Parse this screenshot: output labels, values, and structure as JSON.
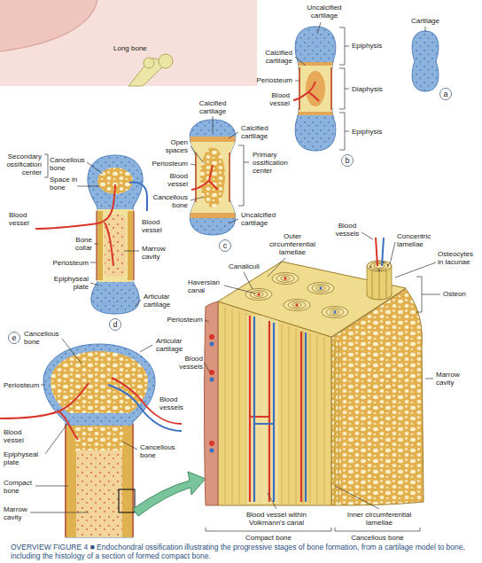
{
  "diagram": {
    "caption": "OVERVIEW FIGURE 4 ■ Endochondral ossification illustrating the progressive stages of bone formation, from a cartilage model to bone, including the histology of a section of formed compact bone.",
    "nodes": [
      {
        "text": [
          "a"
        ]
      },
      {
        "text": [
          "b"
        ]
      },
      {
        "text": [
          "c"
        ]
      },
      {
        "text": [
          "d"
        ]
      },
      {
        "text": [
          "e"
        ]
      }
    ],
    "labels": [
      "Long bone",
      "Cartilage",
      "Uncalcified cartilage",
      "Calcified cartilage",
      "Periosteum",
      "Blood vessel",
      "Epiphysis",
      "Diaphysis",
      "Epiphysis",
      "Calcified cartilage",
      "Calcified cartilage",
      "Open spaces",
      "Periosteum",
      "Blood vessel",
      "Cancellous bone",
      "Primary ossification center",
      "Uncalcified cartilage",
      "Secondary ossification center",
      "Cancellous bone",
      "Space in bone",
      "Blood vessel",
      "Blood vessel",
      "Bone collar",
      "Marrow cavity",
      "Periosteum",
      "Epiphyseal plate",
      "Articular cartilage",
      "Cancellous bone",
      "Articular cartilage",
      "Periosteum",
      "Blood vessel",
      "Blood vessels",
      "Epiphyseal plate",
      "Cancellous bone",
      "Compact bone",
      "Marrow cavity",
      "Blood vessels",
      "Concentric lamellae",
      "Outer circumferential lamellae",
      "Osteocytes in lacunae",
      "Canaliculi",
      "Haversian canal",
      "Osteon",
      "Periosteum",
      "Blood vessels",
      "Marrow cavity",
      "Blood vessel within Volkmann's canal",
      "Inner circumferential lamellae",
      "Compact bone",
      "Cancellous bone"
    ]
  }
}
